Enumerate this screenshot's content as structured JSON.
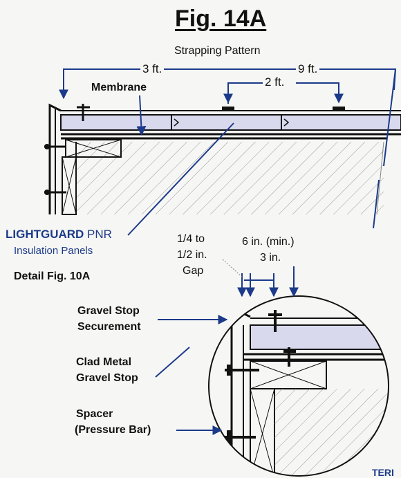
{
  "figure": {
    "title": "Fig. 14A",
    "subtitle": "Strapping Pattern"
  },
  "dimensions": {
    "d3ft": "3 ft.",
    "d9ft": "9 ft.",
    "d2ft": "2 ft.",
    "gap_line1": "1/4 to",
    "gap_line2": "1/2 in.",
    "gap_line3": "Gap",
    "min6": "6 in. (min.)",
    "in3": "3 in."
  },
  "labels": {
    "membrane": "Membrane",
    "lightguard_brand": "LIGHTGUARD",
    "lightguard_suffix": " PNR",
    "insulation_panels": "Insulation Panels",
    "detail_ref": "Detail Fig. 10A",
    "gravel_stop_securement_1": "Gravel Stop",
    "gravel_stop_securement_2": "Securement",
    "clad_metal_1": "Clad Metal",
    "clad_metal_2": "Gravel Stop",
    "spacer_1": "Spacer",
    "spacer_2": "(Pressure Bar)",
    "corner_text": "TERI"
  },
  "colors": {
    "annotation_blue": "#1c3a8a",
    "insulation_fill": "#d9d9ee",
    "line_black": "#111111"
  }
}
